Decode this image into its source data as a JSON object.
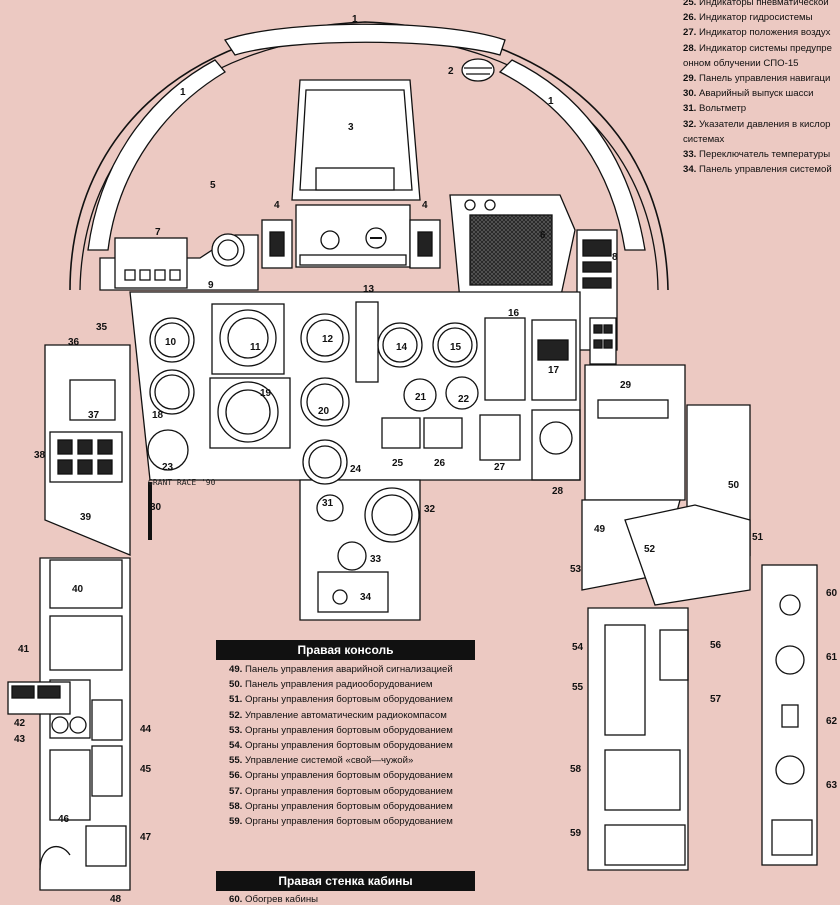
{
  "legend_top_right": [
    {
      "n": "25.",
      "text": "Индикаторы пневматической"
    },
    {
      "n": "26.",
      "text": "Индикатор гидросистемы"
    },
    {
      "n": "27.",
      "text": "Индикатор положения воздух"
    },
    {
      "n": "28.",
      "text": "Индикатор системы предупре"
    },
    {
      "n": "",
      "text": "онном облучении СПО-15"
    },
    {
      "n": "29.",
      "text": "Панель управления навигаци"
    },
    {
      "n": "30.",
      "text": "Аварийный выпуск шасси"
    },
    {
      "n": "31.",
      "text": "Вольтметр"
    },
    {
      "n": "32.",
      "text": "Указатели давления в кислор"
    },
    {
      "n": "",
      "text": "системах"
    },
    {
      "n": "33.",
      "text": "Переключатель температуры"
    },
    {
      "n": "34.",
      "text": "Панель управления системой"
    }
  ],
  "right_console": {
    "title": "Правая консоль",
    "items": [
      {
        "n": "49.",
        "text": "Панель управления аварийной сигнализацией"
      },
      {
        "n": "50.",
        "text": "Панель управления радиооборудованием"
      },
      {
        "n": "51.",
        "text": "Органы управления бортовым оборудованием"
      },
      {
        "n": "52.",
        "text": "Управление автоматическим радиокомпасом"
      },
      {
        "n": "53.",
        "text": "Органы управления бортовым оборудованием"
      },
      {
        "n": "54.",
        "text": "Органы управления бортовым оборудованием"
      },
      {
        "n": "55.",
        "text": "Управление системой «свой—чужой»"
      },
      {
        "n": "56.",
        "text": "Органы управления бортовым оборудованием"
      },
      {
        "n": "57.",
        "text": "Органы управления бортовым оборудованием"
      },
      {
        "n": "58.",
        "text": "Органы управления бортовым оборудованием"
      },
      {
        "n": "59.",
        "text": "Органы управления бортовым оборудованием"
      }
    ]
  },
  "right_wall": {
    "title": "Правая стенка кабины",
    "items": [
      {
        "n": "60.",
        "text": "Обогрев кабины"
      }
    ]
  },
  "signature": "GRANT RACE '90",
  "callouts": [
    {
      "id": "c1a",
      "label": "1"
    },
    {
      "id": "c1b",
      "label": "1"
    },
    {
      "id": "c1c",
      "label": "1"
    },
    {
      "id": "c2",
      "label": "2"
    },
    {
      "id": "c3",
      "label": "3"
    },
    {
      "id": "c4a",
      "label": "4"
    },
    {
      "id": "c4b",
      "label": "4"
    },
    {
      "id": "c5",
      "label": "5"
    },
    {
      "id": "c6",
      "label": "6"
    },
    {
      "id": "c7",
      "label": "7"
    },
    {
      "id": "c8",
      "label": "8"
    },
    {
      "id": "c9",
      "label": "9"
    },
    {
      "id": "c10",
      "label": "10"
    },
    {
      "id": "c11",
      "label": "11"
    },
    {
      "id": "c12",
      "label": "12"
    },
    {
      "id": "c13",
      "label": "13"
    },
    {
      "id": "c14",
      "label": "14"
    },
    {
      "id": "c15",
      "label": "15"
    },
    {
      "id": "c16",
      "label": "16"
    },
    {
      "id": "c17",
      "label": "17"
    },
    {
      "id": "c18",
      "label": "18"
    },
    {
      "id": "c19",
      "label": "19"
    },
    {
      "id": "c20",
      "label": "20"
    },
    {
      "id": "c21",
      "label": "21"
    },
    {
      "id": "c22",
      "label": "22"
    },
    {
      "id": "c23",
      "label": "23"
    },
    {
      "id": "c24",
      "label": "24"
    },
    {
      "id": "c25",
      "label": "25"
    },
    {
      "id": "c26",
      "label": "26"
    },
    {
      "id": "c27",
      "label": "27"
    },
    {
      "id": "c28",
      "label": "28"
    },
    {
      "id": "c29",
      "label": "29"
    },
    {
      "id": "c30",
      "label": "30"
    },
    {
      "id": "c31",
      "label": "31"
    },
    {
      "id": "c32",
      "label": "32"
    },
    {
      "id": "c33",
      "label": "33"
    },
    {
      "id": "c34",
      "label": "34"
    },
    {
      "id": "c35",
      "label": "35"
    },
    {
      "id": "c36",
      "label": "36"
    },
    {
      "id": "c37",
      "label": "37"
    },
    {
      "id": "c38",
      "label": "38"
    },
    {
      "id": "c39",
      "label": "39"
    },
    {
      "id": "c40",
      "label": "40"
    },
    {
      "id": "c41",
      "label": "41"
    },
    {
      "id": "c42",
      "label": "42"
    },
    {
      "id": "c43",
      "label": "43"
    },
    {
      "id": "c44",
      "label": "44"
    },
    {
      "id": "c45",
      "label": "45"
    },
    {
      "id": "c46",
      "label": "46"
    },
    {
      "id": "c47",
      "label": "47"
    },
    {
      "id": "c48",
      "label": "48"
    },
    {
      "id": "c49",
      "label": "49"
    },
    {
      "id": "c50",
      "label": "50"
    },
    {
      "id": "c51",
      "label": "51"
    },
    {
      "id": "c52",
      "label": "52"
    },
    {
      "id": "c53",
      "label": "53"
    },
    {
      "id": "c54",
      "label": "54"
    },
    {
      "id": "c55",
      "label": "55"
    },
    {
      "id": "c56",
      "label": "56"
    },
    {
      "id": "c57",
      "label": "57"
    },
    {
      "id": "c58",
      "label": "58"
    },
    {
      "id": "c59",
      "label": "59"
    },
    {
      "id": "c60",
      "label": "60"
    },
    {
      "id": "c61",
      "label": "61"
    },
    {
      "id": "c62",
      "label": "62"
    },
    {
      "id": "c63",
      "label": "63"
    }
  ]
}
